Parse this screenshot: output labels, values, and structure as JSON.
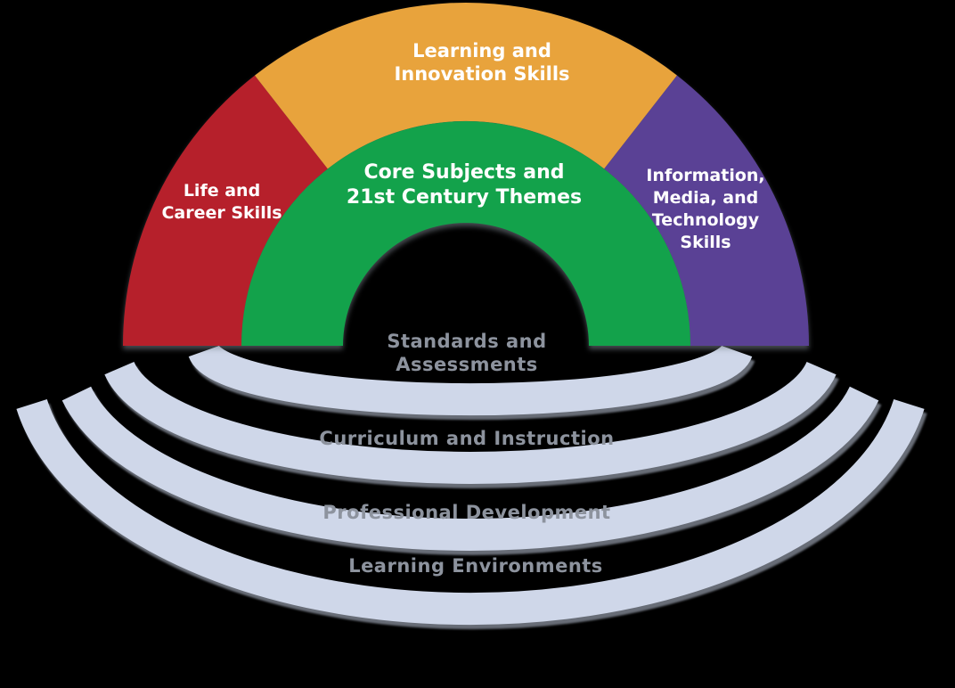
{
  "colors": {
    "background": "#000000",
    "life_career": "#b6202b",
    "learning_innovation": "#e8a33c",
    "information_media": "#5a4195",
    "core_subjects": "#13a24b",
    "ring_band": "#cfd7e9",
    "ring_text": "#8d939e",
    "arch_text": "#ffffff"
  },
  "arch": {
    "learning_innovation": {
      "lines": [
        "Learning and",
        "Innovation Skills"
      ]
    },
    "life_career": {
      "lines": [
        "Life and",
        "Career Skills"
      ]
    },
    "information_media": {
      "lines": [
        "Information,",
        "Media, and",
        "Technology",
        "Skills"
      ]
    },
    "core_subjects": {
      "lines": [
        "Core Subjects and",
        "21st Century Themes"
      ]
    }
  },
  "rings": [
    {
      "id": "standards-assessments",
      "lines": [
        "Standards and",
        "Assessments"
      ]
    },
    {
      "id": "curriculum-instruction",
      "lines": [
        "Curriculum and Instruction"
      ]
    },
    {
      "id": "professional-development",
      "lines": [
        "Professional Development"
      ]
    },
    {
      "id": "learning-environments",
      "lines": [
        "Learning Environments"
      ]
    }
  ]
}
